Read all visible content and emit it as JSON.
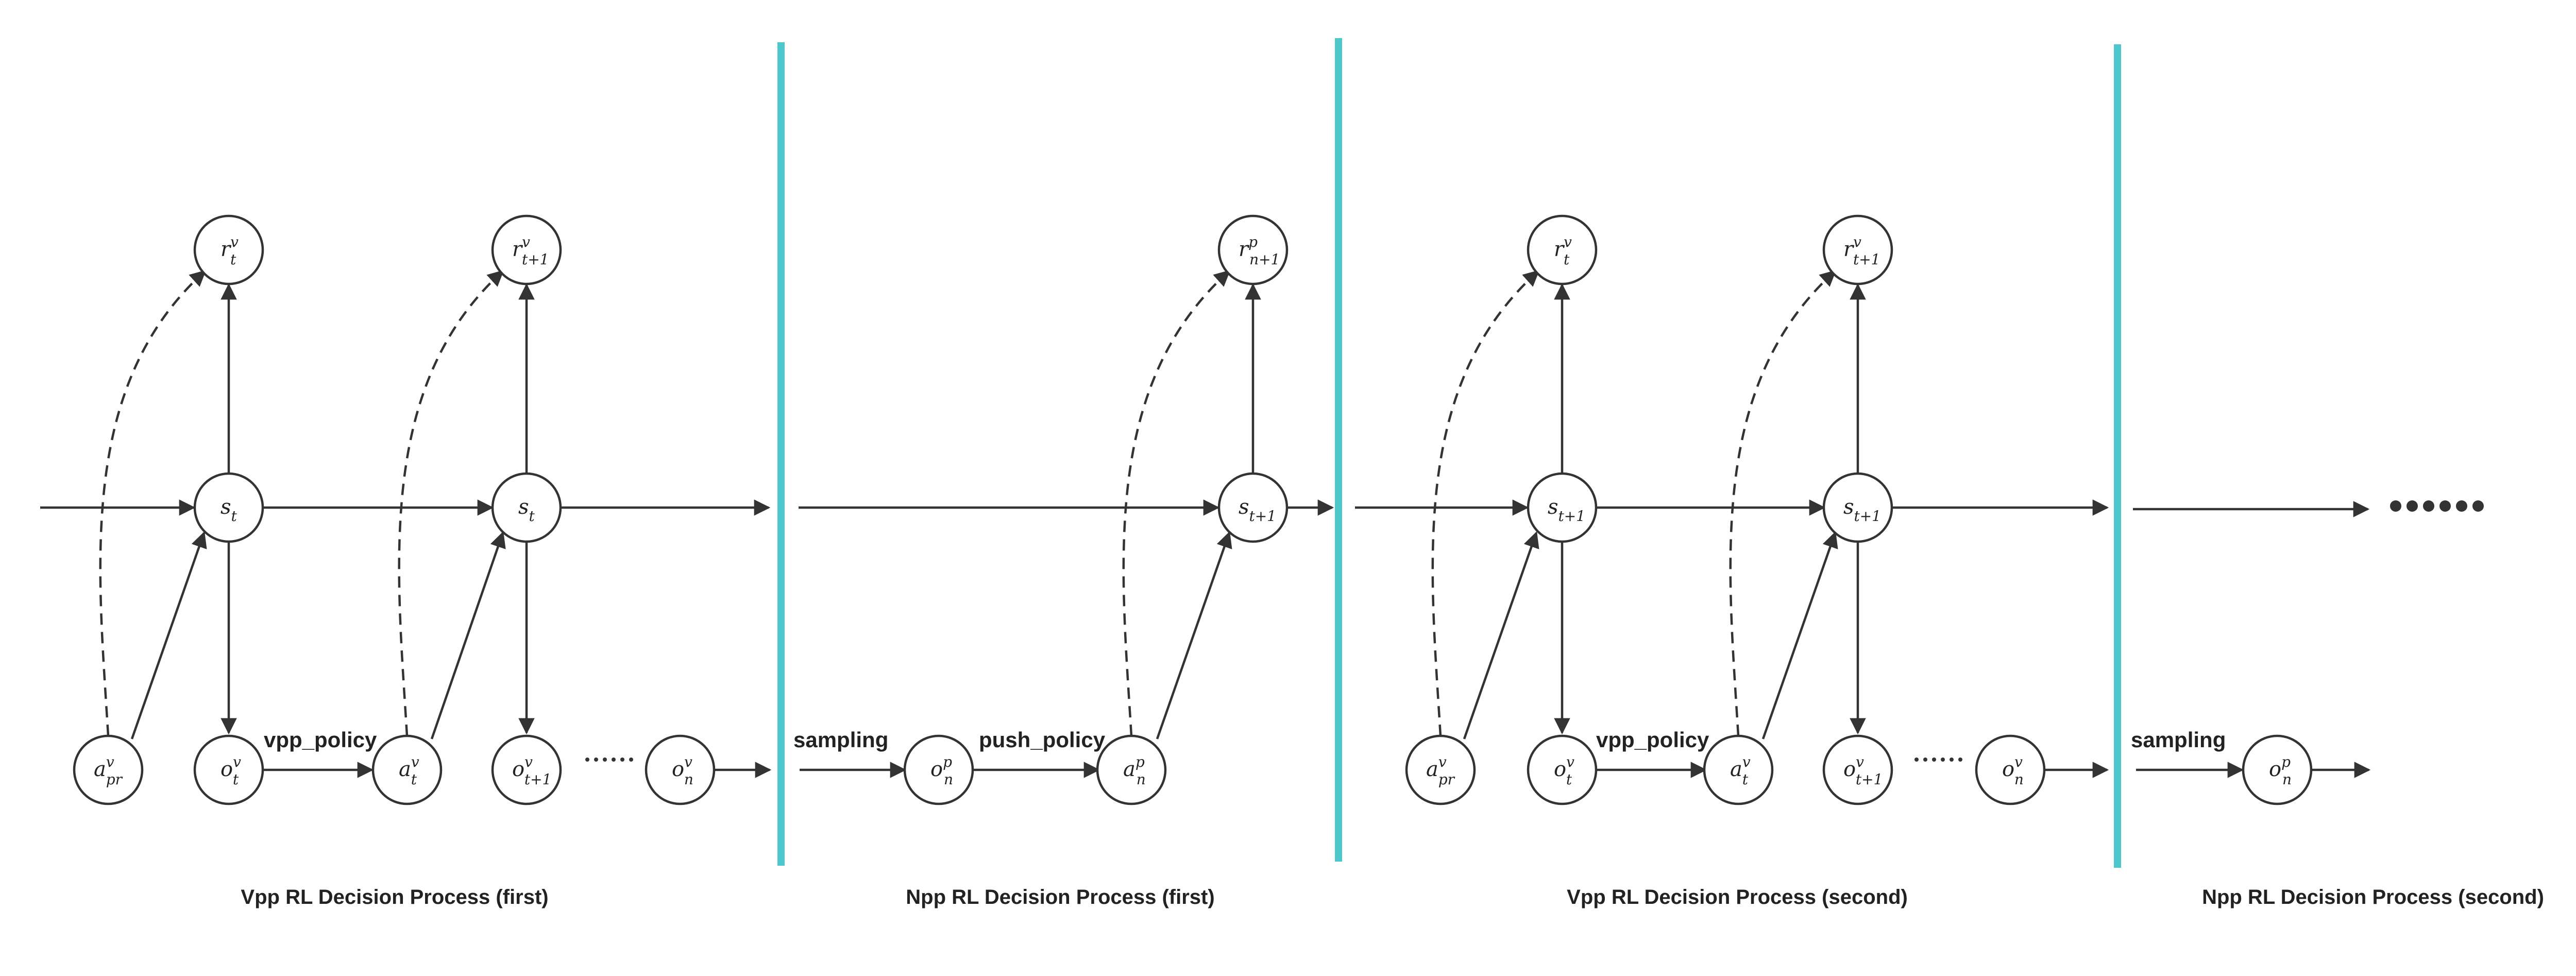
{
  "colors": {
    "divider": "#4CC8CC",
    "ink": "#333333"
  },
  "sections": {
    "vpp_first": "Vpp RL Decision Process (first)",
    "npp_first": "Npp RL Decision Process (first)",
    "vpp_second": "Vpp RL Decision Process (second)",
    "npp_second": "Npp RL Decision Process (second)"
  },
  "edge_labels": {
    "vpp_policy": "vpp_policy",
    "push_policy": "push_policy",
    "sampling": "sampling"
  },
  "continuation": "••••••",
  "nodes": {
    "r_t_v": {
      "base": "r",
      "sup": "v",
      "sub": "t"
    },
    "r_t1_v": {
      "base": "r",
      "sup": "v",
      "sub": "t+1"
    },
    "r_n1_p": {
      "base": "r",
      "sup": "p",
      "sub": "n+1"
    },
    "s_t": {
      "base": "s",
      "sup": "",
      "sub": "t"
    },
    "s_t1": {
      "base": "s",
      "sup": "",
      "sub": "t+1"
    },
    "a_pr_v": {
      "base": "a",
      "sup": "v",
      "sub": "pr"
    },
    "o_t_v": {
      "base": "o",
      "sup": "v",
      "sub": "t"
    },
    "a_t_v": {
      "base": "a",
      "sup": "v",
      "sub": "t"
    },
    "o_t1_v": {
      "base": "o",
      "sup": "v",
      "sub": "t+1"
    },
    "o_n_v": {
      "base": "o",
      "sup": "v",
      "sub": "n"
    },
    "o_n_p": {
      "base": "o",
      "sup": "p",
      "sub": "n"
    },
    "a_n_p": {
      "base": "a",
      "sup": "p",
      "sub": "n"
    }
  }
}
